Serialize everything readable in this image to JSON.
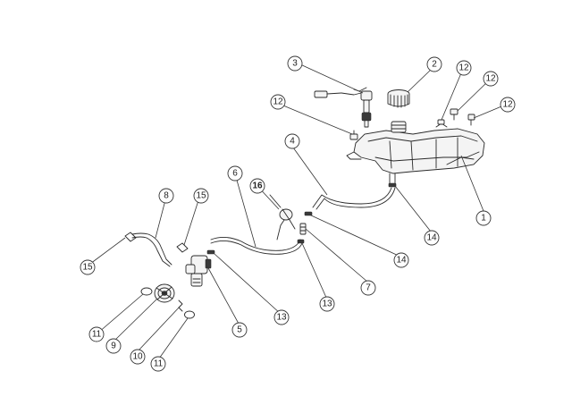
{
  "callouts": [
    {
      "id": "c1",
      "label": "1"
    },
    {
      "id": "c2",
      "label": "2"
    },
    {
      "id": "c3",
      "label": "3"
    },
    {
      "id": "c4",
      "label": "4"
    },
    {
      "id": "c5",
      "label": "5"
    },
    {
      "id": "c6",
      "label": "6"
    },
    {
      "id": "c7",
      "label": "7"
    },
    {
      "id": "c8",
      "label": "8"
    },
    {
      "id": "c9",
      "label": "9"
    },
    {
      "id": "c10",
      "label": "10"
    },
    {
      "id": "c11a",
      "label": "11"
    },
    {
      "id": "c11b",
      "label": "11"
    },
    {
      "id": "c12a",
      "label": "12"
    },
    {
      "id": "c12b",
      "label": "12"
    },
    {
      "id": "c12c",
      "label": "12"
    },
    {
      "id": "c12d",
      "label": "12"
    },
    {
      "id": "c13a",
      "label": "13"
    },
    {
      "id": "c13b",
      "label": "13"
    },
    {
      "id": "c14a",
      "label": "14"
    },
    {
      "id": "c14b",
      "label": "14"
    },
    {
      "id": "c15a",
      "label": "15"
    },
    {
      "id": "c15b",
      "label": "15"
    },
    {
      "id": "c16",
      "label": "16"
    }
  ]
}
